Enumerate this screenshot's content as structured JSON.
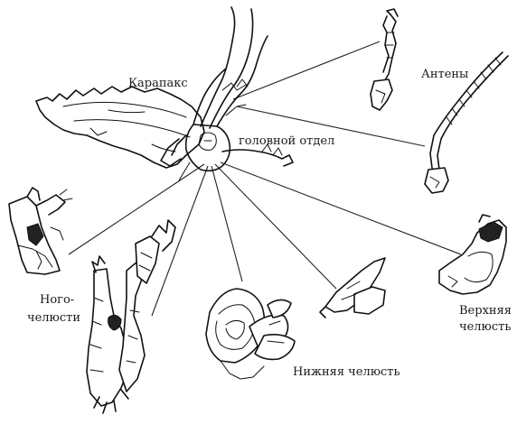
{
  "labels": {
    "carapace": "Карапакс",
    "antennae": "Антены",
    "head_section": "головной отдел",
    "maxillipeds_line1": "Ного-",
    "maxillipeds_line2": "челюсти",
    "mandible_line1": "Верхняя",
    "mandible_line2": "челюсть",
    "maxilla": "Нижняя челюсть"
  },
  "colors": {
    "ink": "#111111",
    "background": "#ffffff"
  }
}
